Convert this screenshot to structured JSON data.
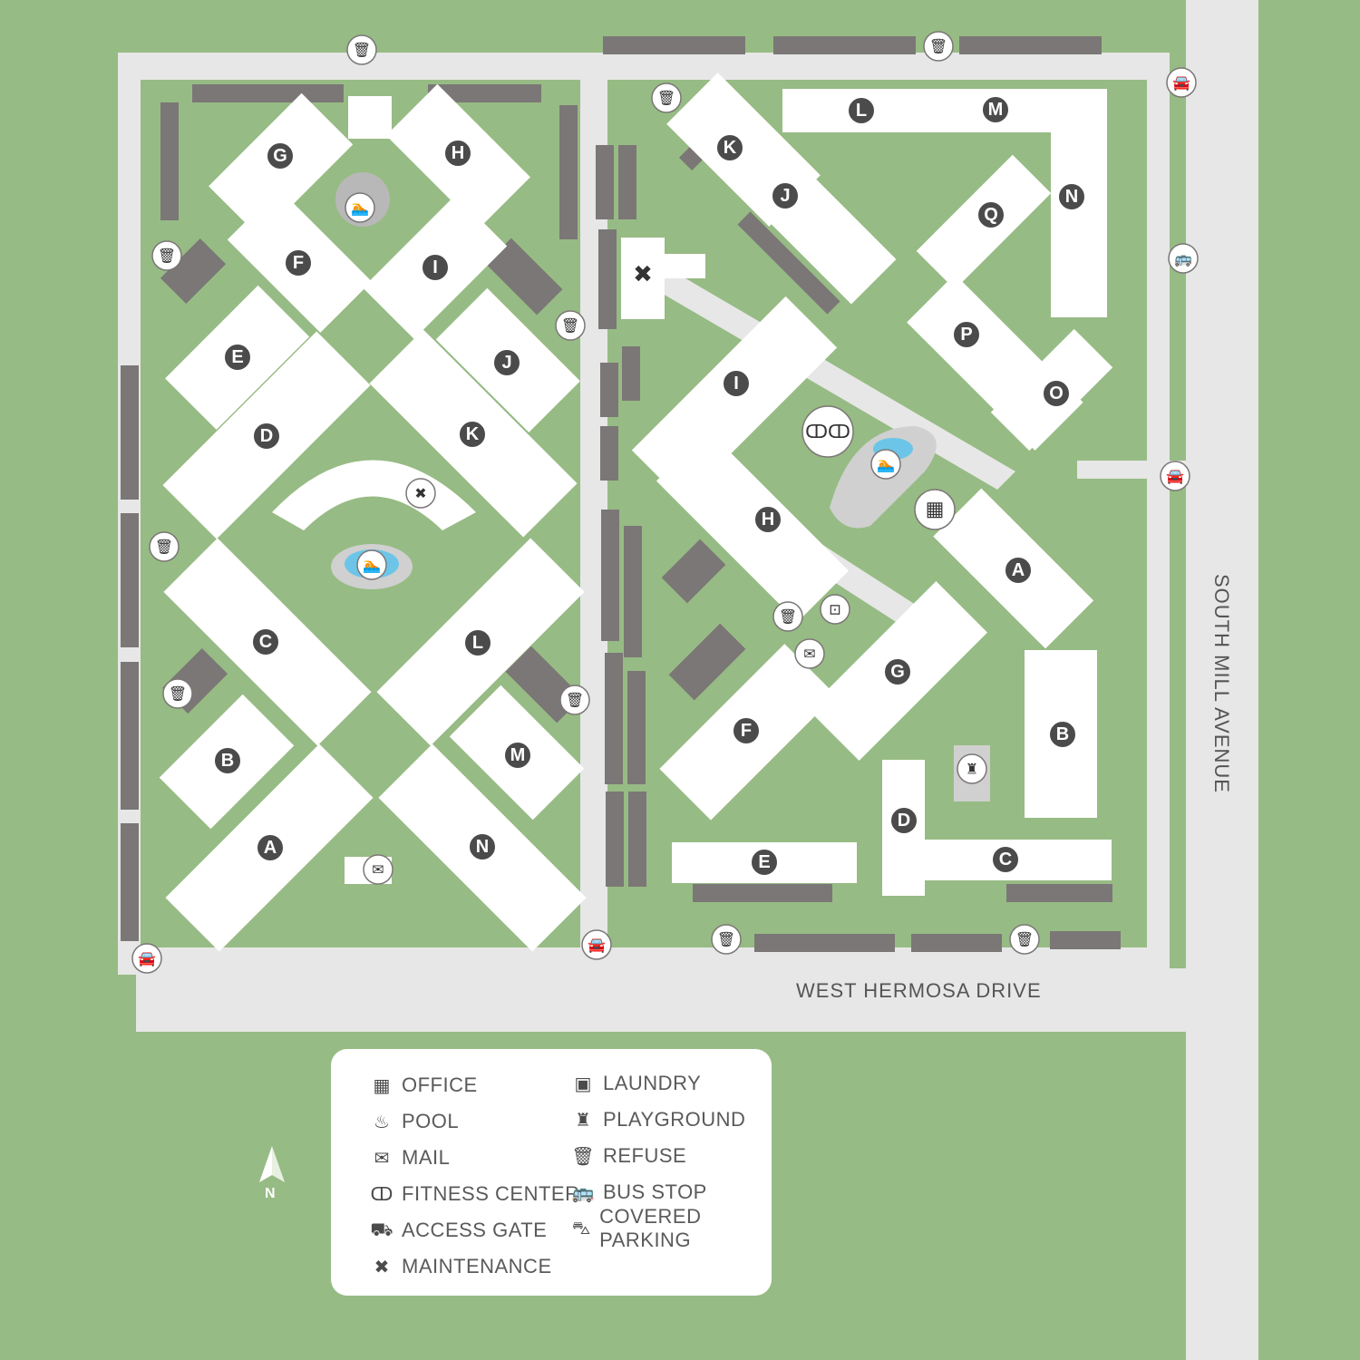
{
  "streets": {
    "west_hermosa_drive": "WEST HERMOSA DRIVE",
    "south_mill_avenue": "SOUTH MILL AVENUE"
  },
  "buildings_west": [
    "G",
    "H",
    "F",
    "I",
    "E",
    "J",
    "D",
    "K",
    "C",
    "L",
    "B",
    "M",
    "A",
    "N"
  ],
  "buildings_east": [
    "K",
    "L",
    "M",
    "N",
    "J",
    "Q",
    "P",
    "O",
    "I",
    "H",
    "A",
    "G",
    "B",
    "F",
    "D",
    "C",
    "E"
  ],
  "legend": {
    "office": "OFFICE",
    "pool": "POOL",
    "mail": "MAIL",
    "fitness_center": "FITNESS CENTER",
    "access_gate": "ACCESS GATE",
    "maintenance": "MAINTENANCE",
    "laundry": "LAUNDRY",
    "playground": "PLAYGROUND",
    "refuse": "REFUSE",
    "bus_stop": "BUS STOP",
    "covered_parking": "COVERED PARKING"
  },
  "compass": "N",
  "icons": {
    "office": "office-icon",
    "pool": "pool-icon",
    "mail": "mail-icon",
    "fitness": "fitness-icon",
    "access_gate": "access-gate-icon",
    "maintenance": "maintenance-icon",
    "laundry": "laundry-icon",
    "playground": "playground-icon",
    "refuse": "refuse-icon",
    "bus_stop": "bus-stop-icon",
    "covered_parking": "covered-parking-icon"
  },
  "colors": {
    "grass": "#97bb84",
    "road": "#e6e7e6",
    "building": "#ffffff",
    "parking": "#7b7776",
    "label": "#4b4b4b",
    "pool_water": "#6cc5e8"
  }
}
